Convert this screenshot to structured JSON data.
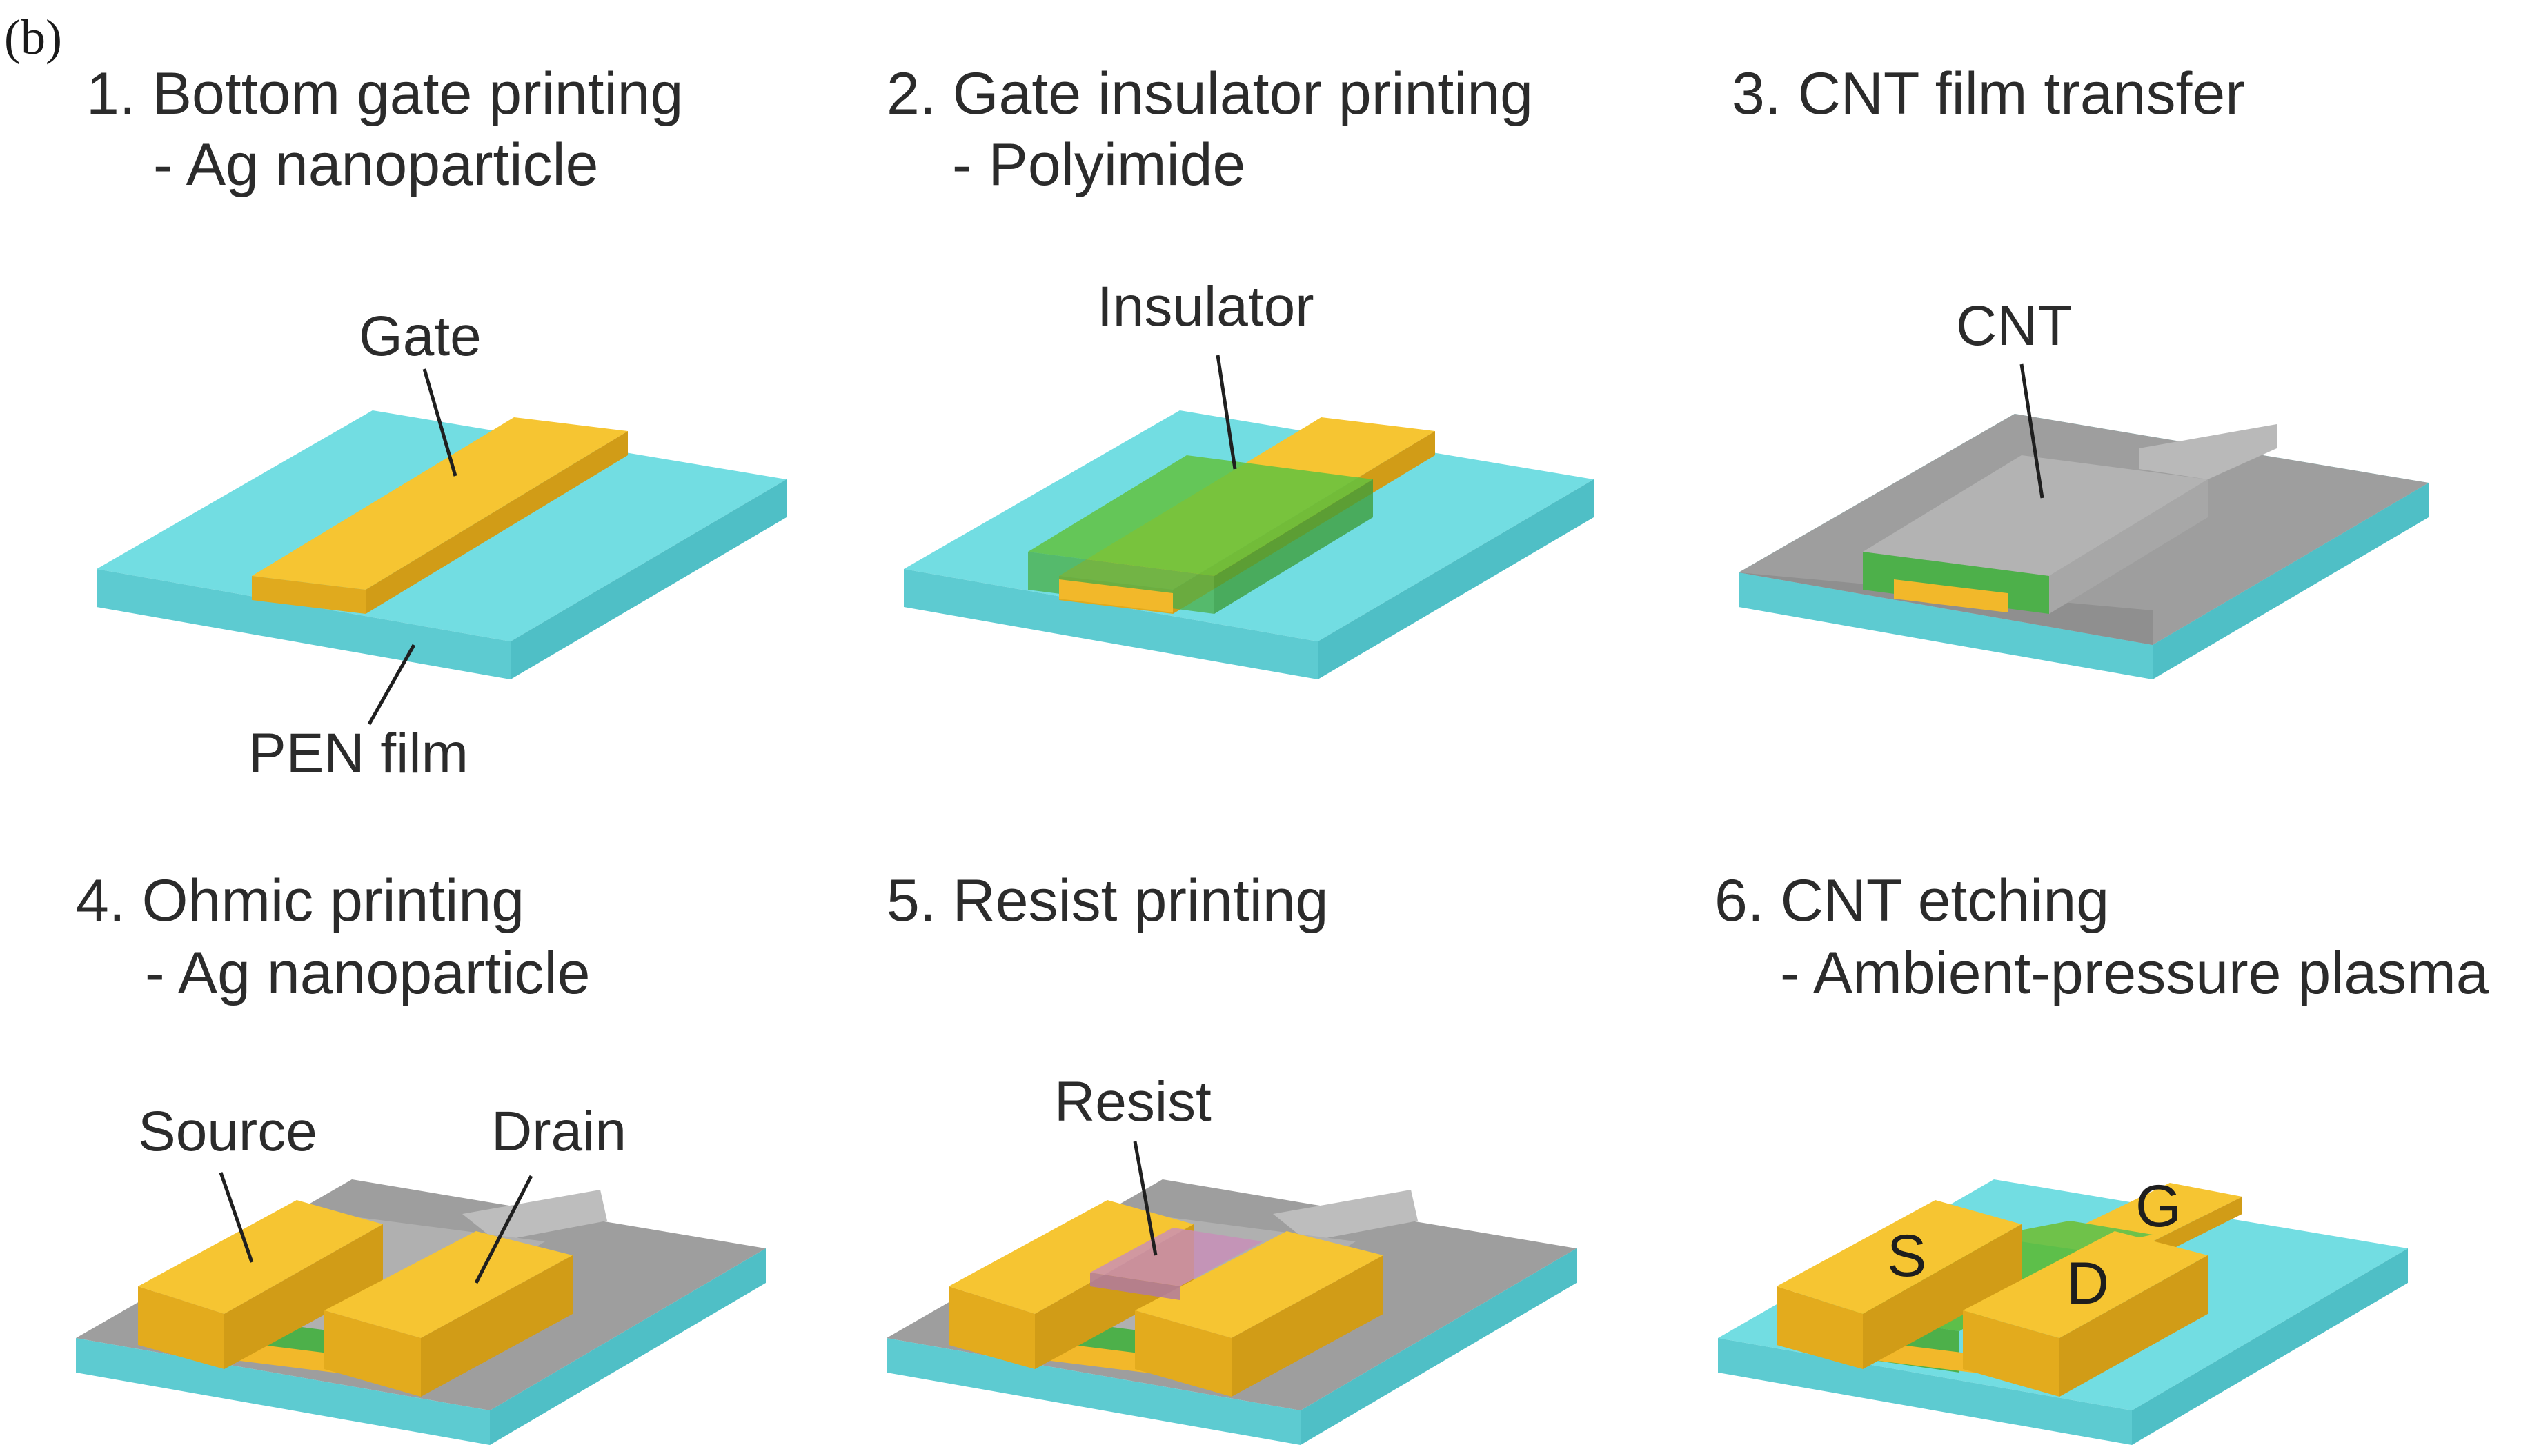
{
  "figure_label": "(b)",
  "steps": [
    {
      "title": "1. Bottom gate printing",
      "subtitle": "- Ag nanoparticle",
      "labels": {
        "gate": "Gate",
        "pen": "PEN film"
      }
    },
    {
      "title": "2. Gate insulator printing",
      "subtitle": "- Polyimide",
      "labels": {
        "insulator": "Insulator"
      }
    },
    {
      "title": "3. CNT film transfer",
      "subtitle": "",
      "labels": {
        "cnt": "CNT"
      }
    },
    {
      "title": "4. Ohmic printing",
      "subtitle": "- Ag nanoparticle",
      "labels": {
        "source": "Source",
        "drain": "Drain"
      }
    },
    {
      "title": "5. Resist printing",
      "subtitle": "",
      "labels": {
        "resist": "Resist"
      }
    },
    {
      "title": "6. CNT etching",
      "subtitle": "- Ambient-pressure plasma",
      "labels": {
        "s": "S",
        "d": "D",
        "g": "G"
      }
    }
  ],
  "colors": {
    "substrate": "#6fd8dd",
    "gate": "#f4c132",
    "insulator": "#5dbf4a",
    "cnt": "#a9a9a9",
    "resist": "#c58ab0",
    "contacts": "#f4c132"
  }
}
